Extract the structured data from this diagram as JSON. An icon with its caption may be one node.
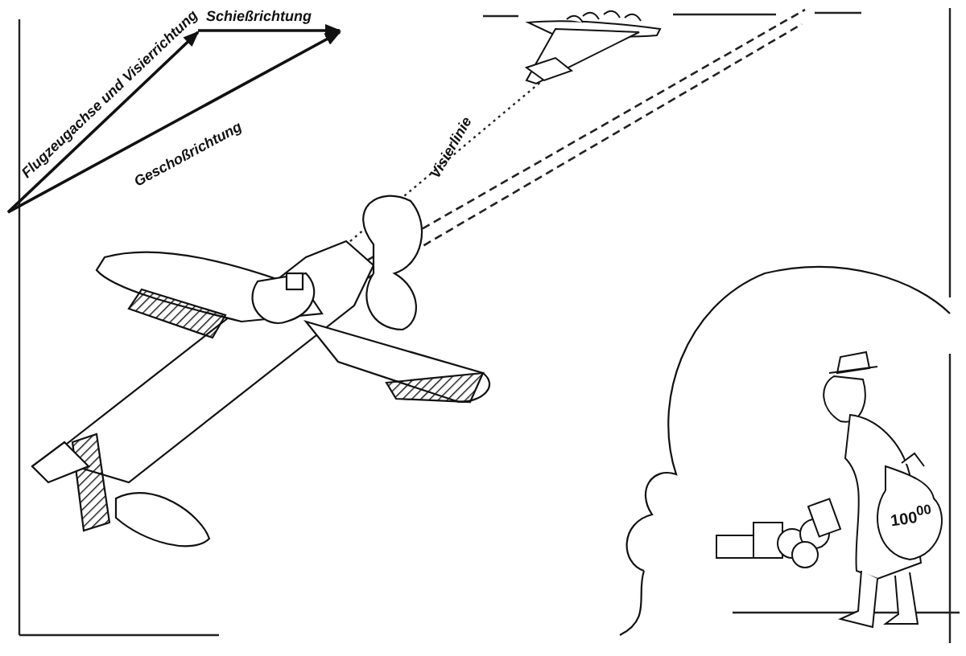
{
  "diagram": {
    "labels": [
      "Schießrichtung",
      "Flugzeugachse und Visierrichtung",
      "Geschoßrichtung",
      "Visierlinie",
      "100$^{00}$"
    ]
  }
}
